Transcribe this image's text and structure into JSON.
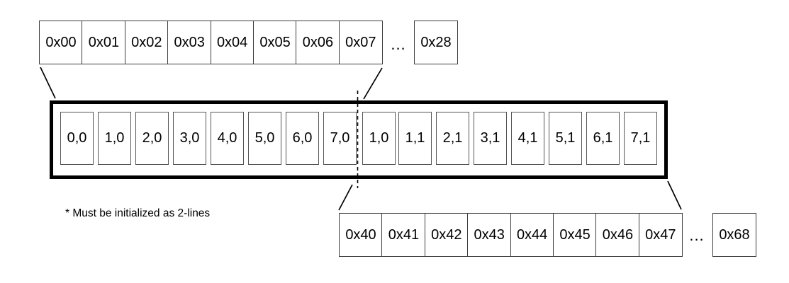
{
  "top_row": {
    "cells": [
      "0x00",
      "0x01",
      "0x02",
      "0x03",
      "0x04",
      "0x05",
      "0x06",
      "0x07"
    ],
    "ellipsis": "...",
    "end_cell": "0x28"
  },
  "buffer": {
    "cells": [
      "0,0",
      "1,0",
      "2,0",
      "3,0",
      "4,0",
      "5,0",
      "6,0",
      "7,0",
      "1,0",
      "1,1",
      "2,1",
      "3,1",
      "4,1",
      "5,1",
      "6,1",
      "7,1"
    ]
  },
  "bottom_row": {
    "cells": [
      "0x40",
      "0x41",
      "0x42",
      "0x43",
      "0x44",
      "0x45",
      "0x46",
      "0x47"
    ],
    "ellipsis": "...",
    "end_cell": "0x68"
  },
  "note": {
    "text": "* Must be initialized as 2-lines"
  },
  "colors": {
    "line": "#000000",
    "cell_border": "#3d3d3d",
    "slot_border": "#555555",
    "background": "#ffffff",
    "text": "#000000"
  }
}
